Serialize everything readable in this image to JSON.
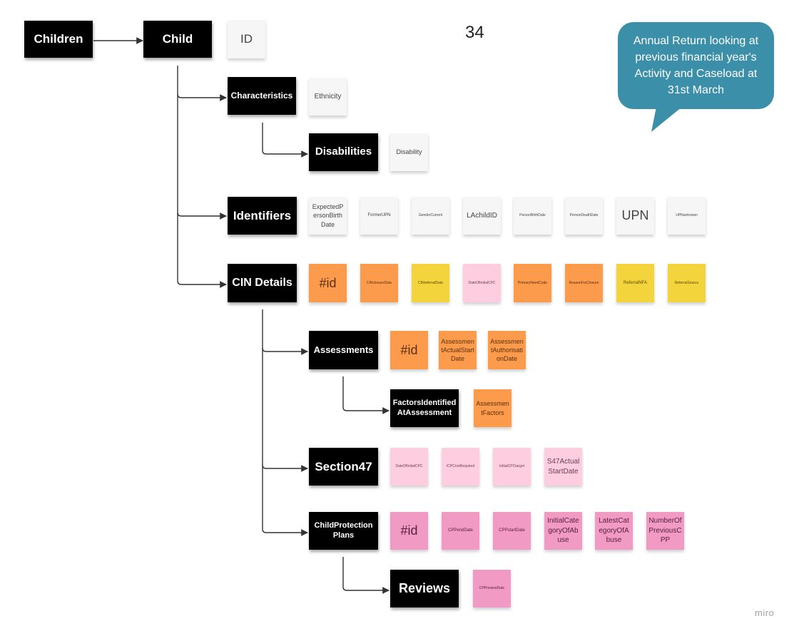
{
  "page_number": "34",
  "callout": "Annual Return looking at previous financial year's Activity and Caseload at 31st March",
  "watermark": "miro",
  "nodes": {
    "children": "Children",
    "child": "Child",
    "characteristics": "Characteristics",
    "disabilities": "Disabilities",
    "identifiers": "Identifiers",
    "cin_details": "CIN Details",
    "assessments": "Assessments",
    "factors": "FactorsIdentifiedAtAssessment",
    "section47": "Section47",
    "cpp": "ChildProtection Plans",
    "reviews": "Reviews"
  },
  "stickies": {
    "id": "ID",
    "ethnicity": "Ethnicity",
    "disability": "Disability",
    "identifiers": [
      "ExpectedPersonBirthDate",
      "FormerUPN",
      "GenderCurrent",
      "LAchildID",
      "PersonBirthDate",
      "PersonDeathDate",
      "UPN",
      "UPNunknown"
    ],
    "cin": [
      "#id",
      "CINclosureDate",
      "CINreferralDate",
      "DateOfInitialCPC",
      "PrimaryNeedCode",
      "ReasonForClosure",
      "ReferralNFA",
      "ReferralSource"
    ],
    "assessments": [
      "#id",
      "AssessmentActualStartDate",
      "AssessmentAuthorisationDate"
    ],
    "factors": [
      "AssessmentFactors"
    ],
    "section47": [
      "DateOfInitialCPC",
      "ICPCnotRequired",
      "InitialCPCtarget",
      "S47ActualStartDate"
    ],
    "cpp": [
      "#id",
      "CPPendDate",
      "CPPstartDate",
      "InitialCategoryOfAbuse",
      "LatestCategoryOfAbuse",
      "NumberOfPreviousCPP"
    ],
    "reviews": [
      "CPPreviewDate"
    ]
  },
  "colors": {
    "node": "#000000",
    "sticky_white": "#f6f6f7",
    "sticky_orange": "#fd9b4c",
    "sticky_yellow": "#f4d43c",
    "sticky_light_pink": "#ffcde0",
    "sticky_pink": "#f09ac4",
    "callout": "#3c8fa8",
    "connector": "#333333"
  }
}
